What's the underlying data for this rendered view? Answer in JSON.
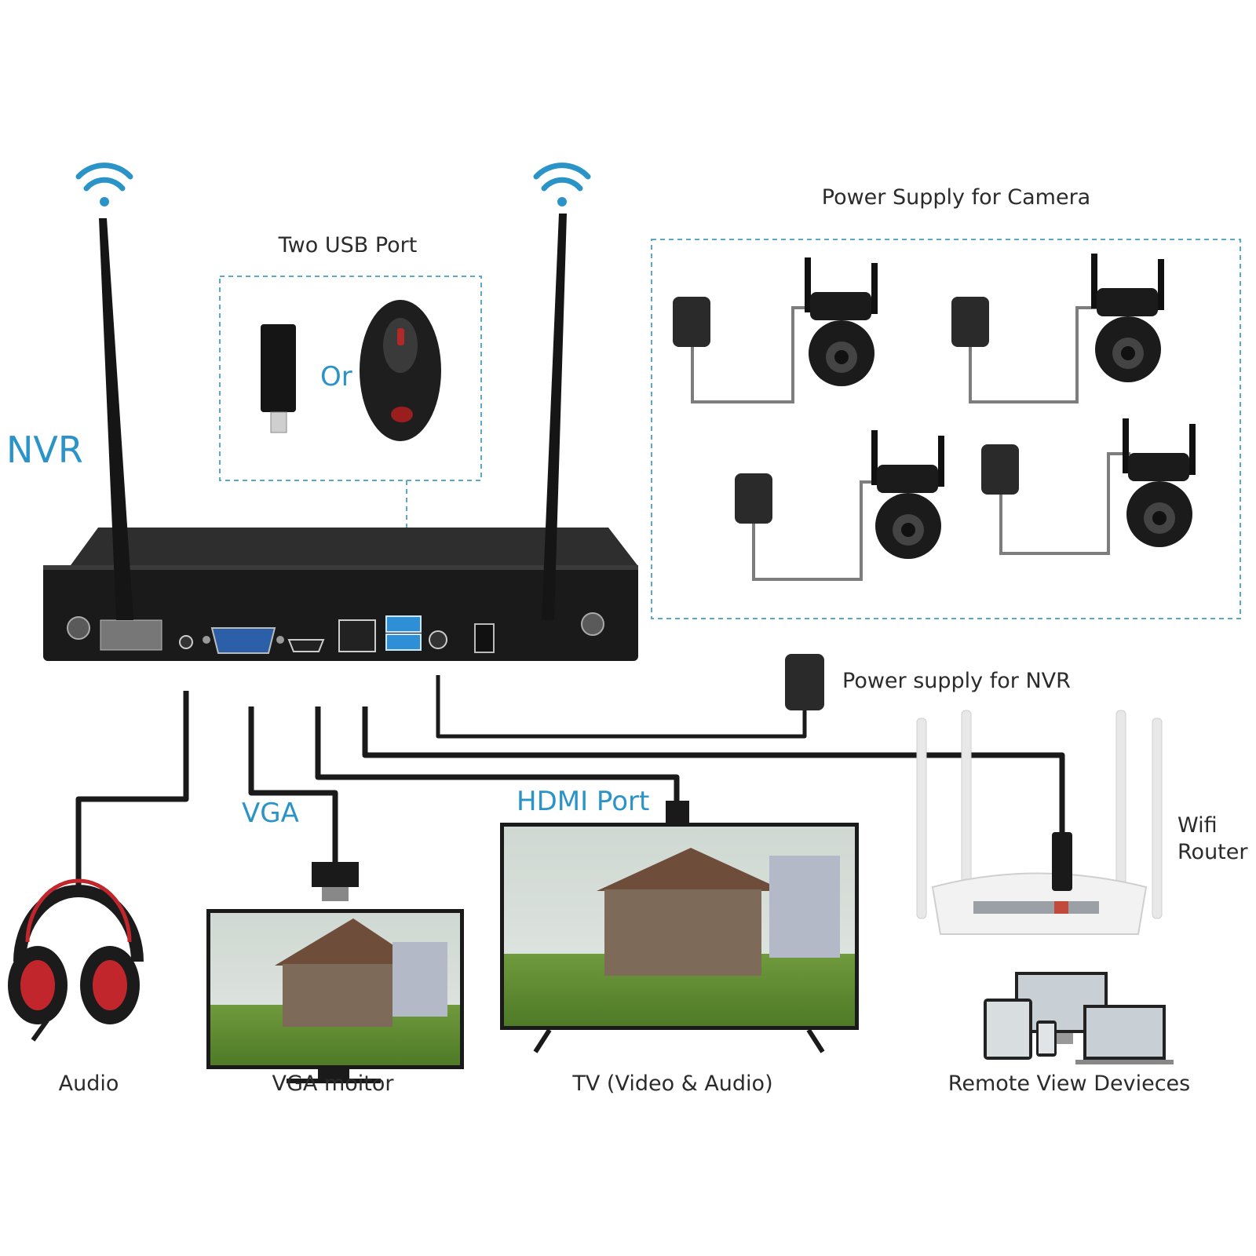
{
  "labels": {
    "nvr": "NVR",
    "two_usb_port": "Two USB Port",
    "or": "Or",
    "power_supply_camera": "Power Supply for Camera",
    "power_supply_nvr": "Power supply for NVR",
    "vga": "VGA",
    "hdmi_port": "HDMI Port",
    "wifi_router": "Wifi Router",
    "audio": "Audio",
    "vga_monitor": "VGA moitor",
    "tv": "TV  (Video & Audio)",
    "remote_view": "Remote View Devieces"
  },
  "colors": {
    "accent_blue": "#2a93c7",
    "text": "#2b2b2b",
    "device_black": "#1c1c1c",
    "cable_gray": "#8a8a8a",
    "dashed_box": "#5aa9c9",
    "headphone_red": "#c0262c"
  },
  "icons": [
    "wifi-icon",
    "usb-stick-icon",
    "mouse-icon",
    "camera-icon",
    "power-adapter-icon",
    "headphones-icon",
    "monitor-icon",
    "tv-icon",
    "router-icon",
    "remote-devices-icon"
  ]
}
